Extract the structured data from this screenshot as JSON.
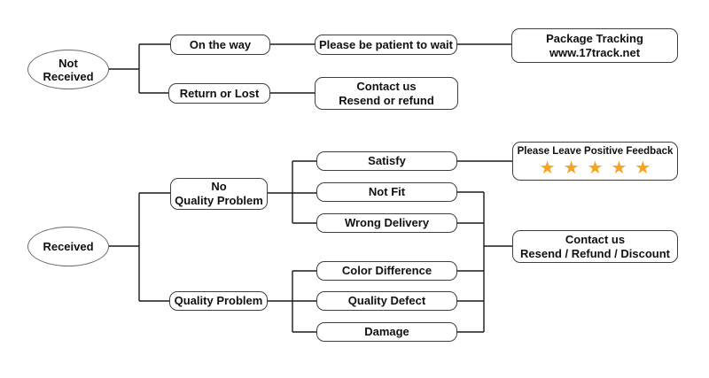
{
  "colors": {
    "background": "#ffffff",
    "box_border": "#3f3f3f",
    "connector_line": "#1a1a1a",
    "star": "#F6A41E",
    "text": "#111111"
  },
  "flowchart": {
    "not_received_branch": {
      "root": {
        "label": "Not Received"
      },
      "on_the_way": {
        "label": "On the way"
      },
      "please_wait": {
        "label": "Please be patient to wait"
      },
      "package_tracking": {
        "line1": "Package Tracking",
        "line2": "www.17track.net"
      },
      "return_or_lost": {
        "label": "Return or Lost"
      },
      "contact_resend_refund": {
        "line1": "Contact us",
        "line2": "Resend or refund"
      }
    },
    "received_branch": {
      "root": {
        "label": "Received"
      },
      "no_quality_problem": {
        "line1": "No",
        "line2": "Quality Problem"
      },
      "satisfy": {
        "label": "Satisfy"
      },
      "not_fit": {
        "label": "Not Fit"
      },
      "wrong_delivery": {
        "label": "Wrong Delivery"
      },
      "positive_feedback": {
        "label": "Please Leave Positive Feedback",
        "stars": "★★★★★",
        "star_count": 5
      },
      "quality_problem": {
        "label": "Quality Problem"
      },
      "color_difference": {
        "label": "Color Difference"
      },
      "quality_defect": {
        "label": "Quality Defect"
      },
      "damage": {
        "label": "Damage"
      },
      "contact_discount": {
        "line1": "Contact us",
        "line2": "Resend / Refund / Discount"
      }
    }
  }
}
